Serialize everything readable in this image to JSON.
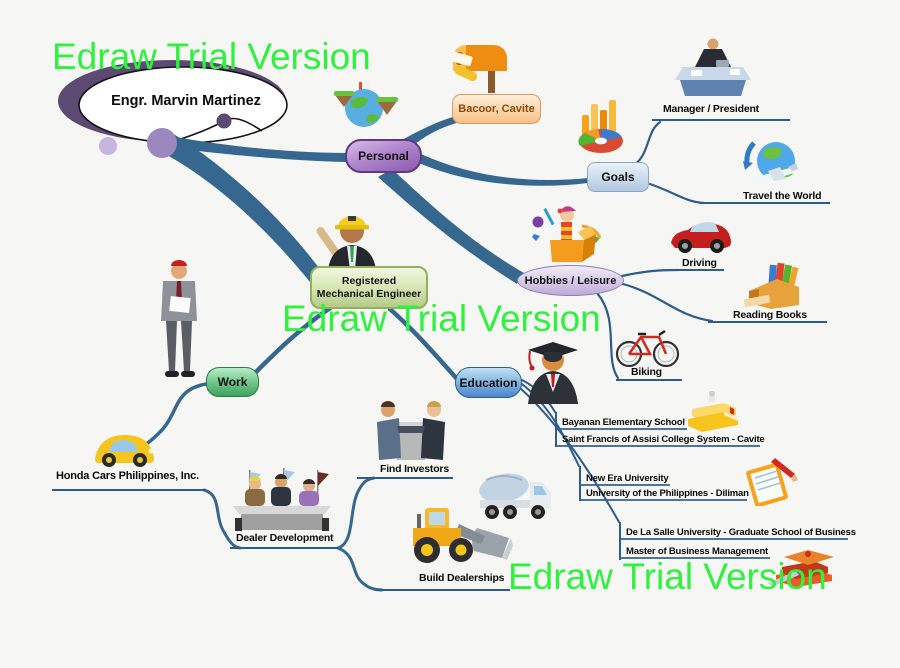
{
  "watermark": {
    "text": "Edraw Trial Version",
    "color": "#2ef23e"
  },
  "root": {
    "title": "Engr. Marvin Martinez"
  },
  "nodes": {
    "personal": {
      "label": "Personal"
    },
    "bacoor": {
      "label": "Bacoor, Cavite"
    },
    "goals": {
      "label": "Goals"
    },
    "hobbies": {
      "label": "Hobbies / Leisure"
    },
    "rme": {
      "label": "Registered Mechanical Engineer"
    },
    "work": {
      "label": "Work"
    },
    "education": {
      "label": "Education"
    }
  },
  "labels": {
    "manager": "Manager / President",
    "travel": "Travel the World",
    "driving": "Driving",
    "reading": "Reading Books",
    "biking": "Biking",
    "honda": "Honda Cars Philippines, Inc.",
    "find_investors": "Find Investors",
    "dealer_development": "Dealer Development",
    "build_dealerships": "Build Dealerships"
  },
  "education_items": {
    "bayanan": "Bayanan Elementary School",
    "saint_francis": "Saint Francis of Assisi College System - Cavite",
    "new_era": "New Era University",
    "up_diliman": "University of the Philippines - Diliman",
    "dlsu": "De La Salle University - Graduate School of Business",
    "mbm": "Master of Business Management"
  },
  "hierarchy": {
    "root": "Engr. Marvin Martinez",
    "Personal": [
      "Bacoor, Cavite",
      "Goals"
    ],
    "Goals": [
      "Manager / President",
      "Travel the World"
    ],
    "Hobbies / Leisure": [
      "Driving",
      "Reading Books",
      "Biking"
    ],
    "Registered Mechanical Engineer": [
      "Work",
      "Education"
    ],
    "Work": [
      "Honda Cars Philippines, Inc."
    ],
    "Honda Cars Philippines, Inc.": [
      "Dealer Development"
    ],
    "Dealer Development": [
      "Find Investors",
      "Build Dealerships"
    ],
    "Education": [
      "Bayanan Elementary School",
      "Saint Francis of Assisi College System - Cavite",
      "New Era University",
      "University of the Philippines - Diliman",
      "De La Salle University - Graduate School of Business",
      "Master of Business Management"
    ]
  },
  "icons": {
    "islands-globe-icon": "globe with floating islands",
    "mailbox-icon": "orange mailbox with letter",
    "chart-icon": "bar chart with 3D pie",
    "man-at-desk-icon": "manager at desk",
    "globe-plane-icon": "globe with airplane",
    "jack-in-box-icon": "jack in the box toy",
    "red-car-icon": "red sports car",
    "books-icon": "book holder with books",
    "bicycle-icon": "red bicycle",
    "engineer-icon": "engineer with hard hat and plans",
    "man-red-cap-icon": "man in suit with red cap holding plan",
    "yellow-car-icon": "yellow beetle car",
    "meeting-icon": "business meeting at desk",
    "handshake-icon": "two businessmen shaking hands",
    "graduate-icon": "graduate with mortarboard",
    "cement-truck-icon": "cement mixer truck",
    "wheel-loader-icon": "yellow wheel loader",
    "yellow-books-icon": "stack of yellow books",
    "notepad-icon": "notepad with red pencil",
    "gradcap-books-icon": "graduation cap on books with pen"
  },
  "colors": {
    "branch": "#36678f",
    "underline": "#2e5c8c",
    "ellipse_shadow": "#5c4a73",
    "watermark_green": "#2ef23e"
  }
}
